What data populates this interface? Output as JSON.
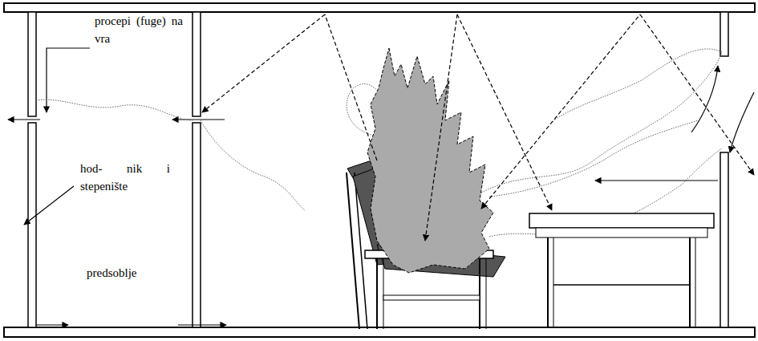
{
  "diagram": {
    "labels": [
      "procepi (fuge) na vra",
      "hod- nik i stepenište",
      "predsoblje"
    ]
  }
}
